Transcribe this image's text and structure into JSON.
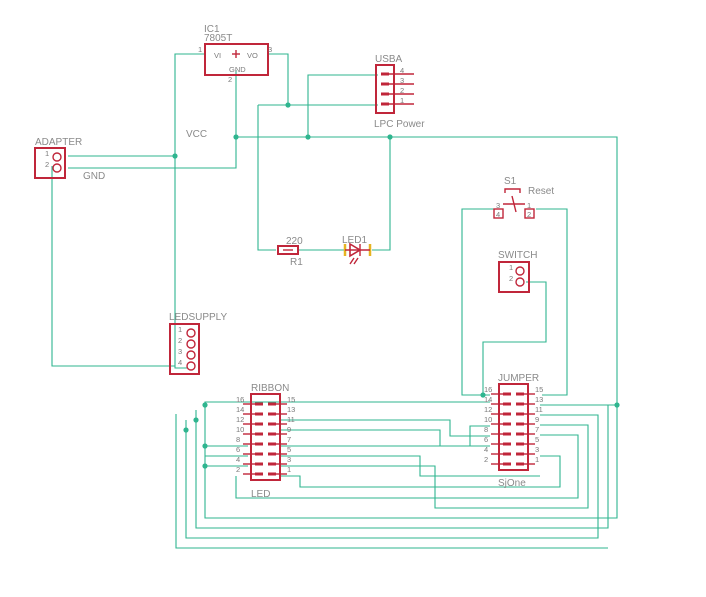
{
  "components": {
    "ic1": {
      "name": "IC1",
      "value": "7805T",
      "pin_vi": "VI",
      "pin_vo": "VO",
      "pin_gnd": "GND",
      "pin_1": "1",
      "pin_2": "2",
      "pin_3": "3"
    },
    "usba": {
      "name": "USBA",
      "label": "LPC Power",
      "pins": [
        "4",
        "3",
        "2",
        "1"
      ]
    },
    "adapter": {
      "name": "ADAPTER",
      "pins": [
        "1",
        "2"
      ]
    },
    "vcc": "VCC",
    "gnd": "GND",
    "s1": {
      "name": "S1",
      "label": "Reset",
      "pins": [
        "3",
        "4",
        "1",
        "2"
      ]
    },
    "r1": {
      "value": "220",
      "name": "R1"
    },
    "led1": {
      "name": "LED1"
    },
    "switch": {
      "name": "SWITCH",
      "pins": [
        "1",
        "2"
      ]
    },
    "ledsupply": {
      "name": "LEDSUPPLY",
      "pins": [
        "1",
        "2",
        "3",
        "4"
      ]
    },
    "ribbon": {
      "name": "RIBBON",
      "label": "LED",
      "left_pins": [
        "16",
        "14",
        "12",
        "10",
        "8",
        "6",
        "4",
        "2"
      ],
      "right_pins": [
        "15",
        "13",
        "11",
        "9",
        "7",
        "5",
        "3",
        "1"
      ]
    },
    "jumper": {
      "name": "JUMPER",
      "label": "SjOne",
      "left_pins": [
        "16",
        "14",
        "12",
        "10",
        "8",
        "6",
        "4",
        "2"
      ],
      "right_pins": [
        "15",
        "13",
        "11",
        "9",
        "7",
        "5",
        "3",
        "1"
      ]
    }
  },
  "colors": {
    "wire": "#2fb58f",
    "part": "#c0263a",
    "led_lead": "#e6b422",
    "text": "#8a8a8a"
  }
}
